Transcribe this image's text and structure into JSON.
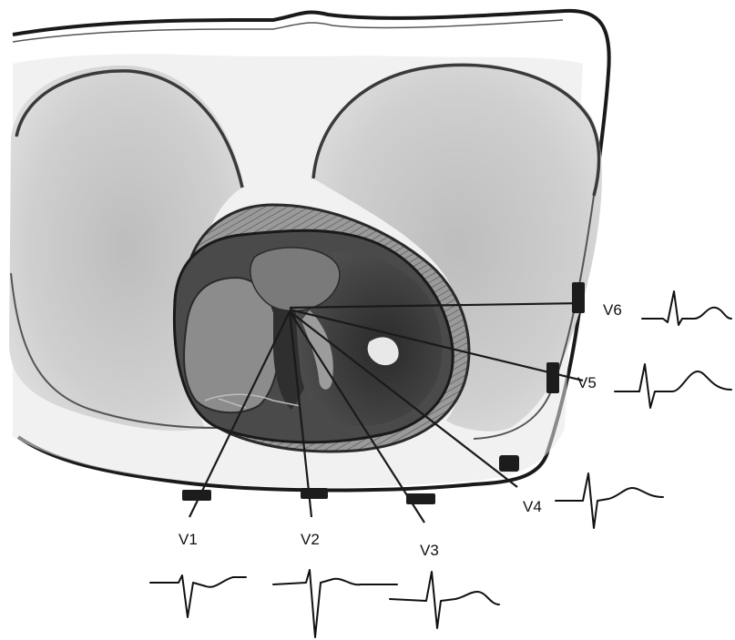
{
  "leads": [
    {
      "id": "v1",
      "label": "V1"
    },
    {
      "id": "v2",
      "label": "V2"
    },
    {
      "id": "v3",
      "label": "V3"
    },
    {
      "id": "v4",
      "label": "V4"
    },
    {
      "id": "v5",
      "label": "V5"
    },
    {
      "id": "v6",
      "label": "V6"
    }
  ],
  "colors": {
    "ink": "#111111",
    "lung": "#c9c9c9",
    "heart_wall": "#3a3a3a",
    "ventricle": "#8a8a8a",
    "background": "#ffffff"
  }
}
